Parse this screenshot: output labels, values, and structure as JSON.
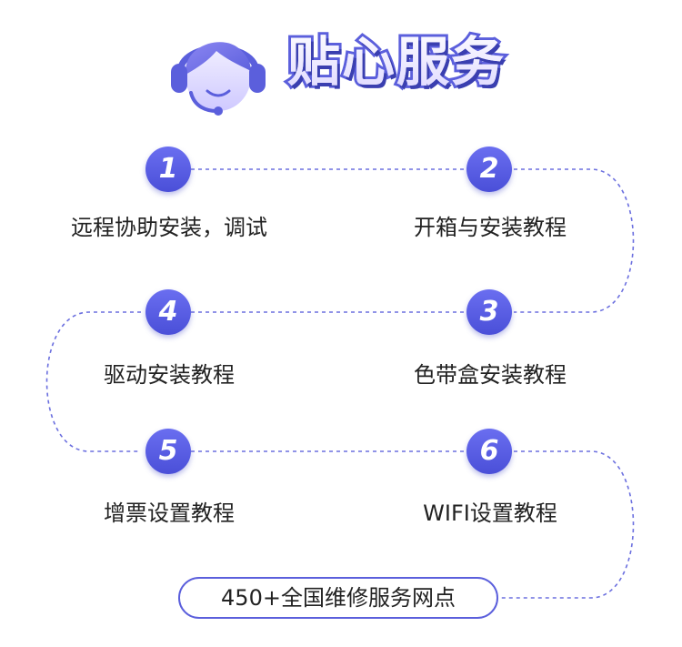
{
  "header": {
    "title": "贴心服务",
    "icon": "customer-service-headset-icon"
  },
  "steps": [
    {
      "number": "1",
      "label": "远程协助安装，调试"
    },
    {
      "number": "2",
      "label": "开箱与安装教程"
    },
    {
      "number": "3",
      "label": "色带盒安装教程"
    },
    {
      "number": "4",
      "label": "驱动安装教程"
    },
    {
      "number": "5",
      "label": "增票设置教程"
    },
    {
      "number": "6",
      "label": "WIFI设置教程"
    }
  ],
  "footer": {
    "service_network": "450+全国维修服务网点"
  },
  "colors": {
    "accent": "#5b5fdc",
    "badge_gradient_top": "#6a6ef0",
    "badge_gradient_bottom": "#4a4fd8",
    "text": "#222222"
  }
}
